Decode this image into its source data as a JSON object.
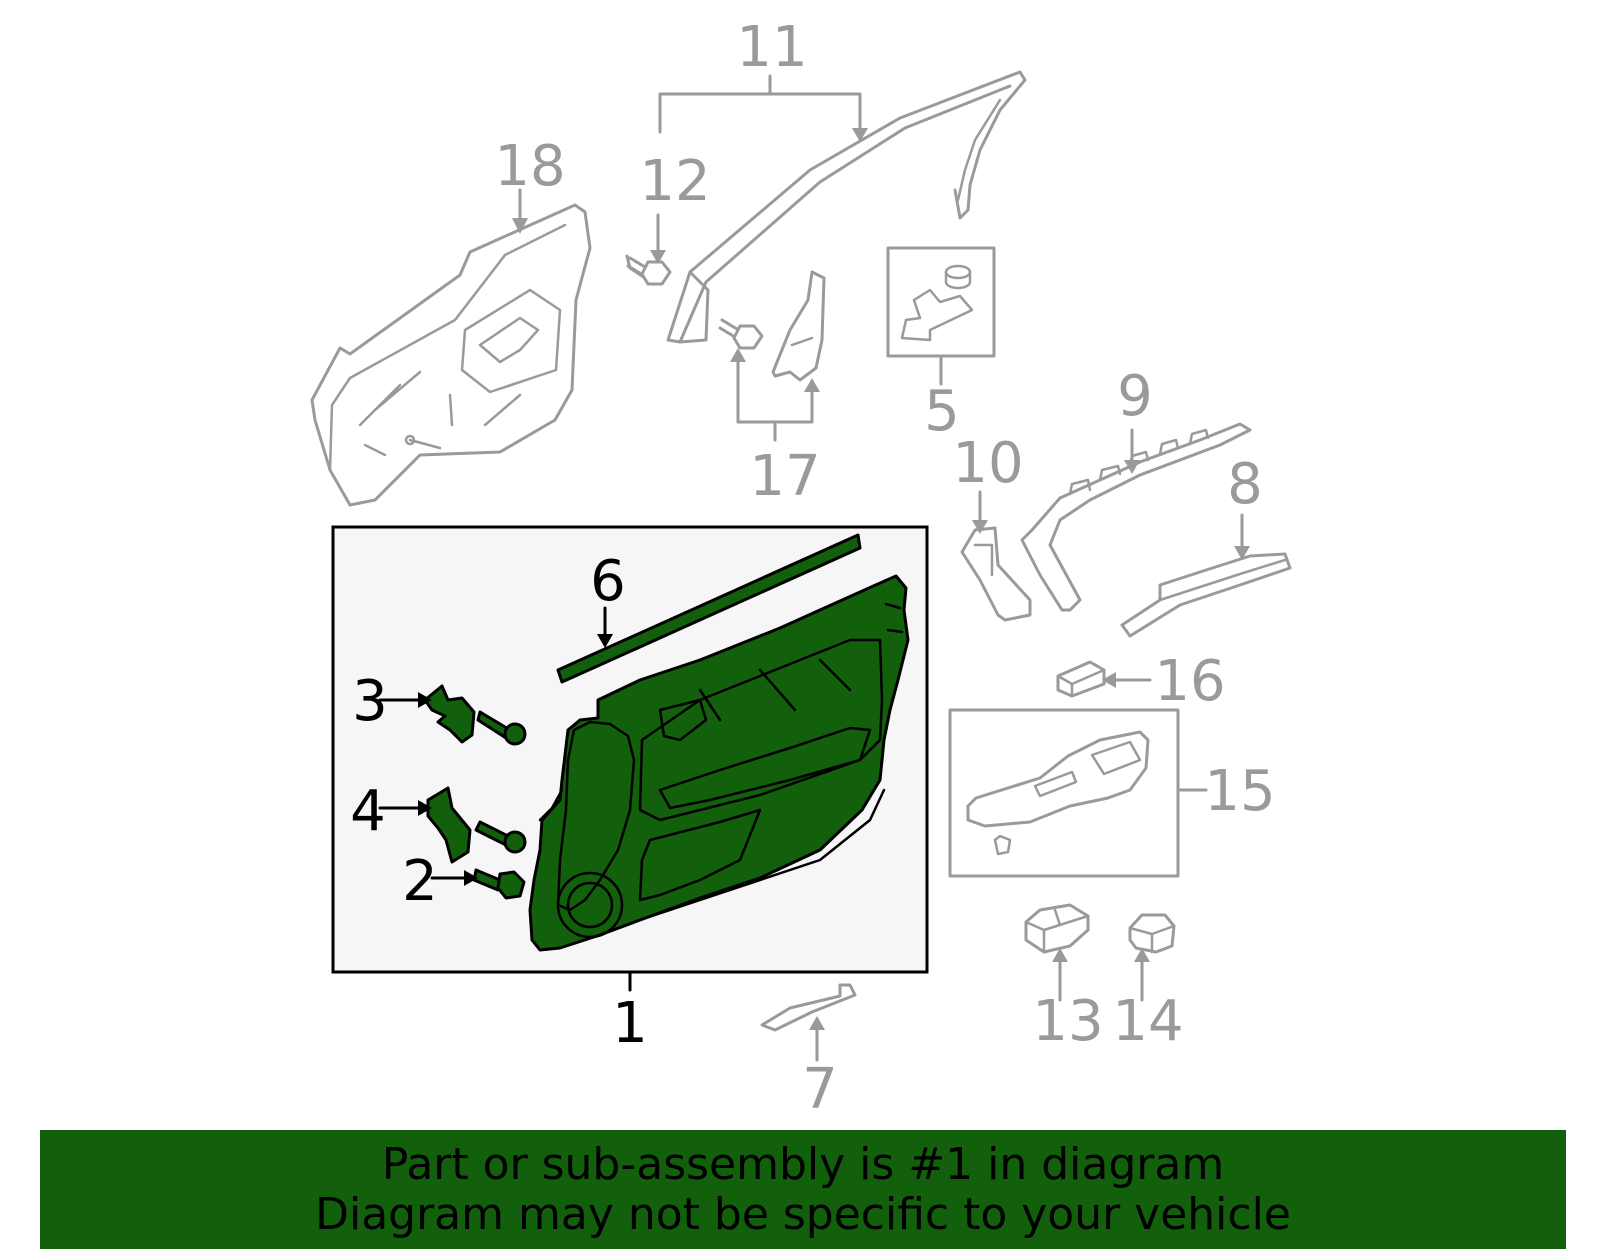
{
  "callouts": {
    "c1": "1",
    "c2": "2",
    "c3": "3",
    "c4": "4",
    "c5": "5",
    "c6": "6",
    "c7": "7",
    "c8": "8",
    "c9": "9",
    "c10": "10",
    "c11": "11",
    "c12": "12",
    "c13": "13",
    "c14": "14",
    "c15": "15",
    "c16": "16",
    "c17": "17",
    "c18": "18"
  },
  "highlighted_part": "1",
  "colors": {
    "highlight": "#12600c",
    "line_gray": "#9a9a9a",
    "box_fill": "#f6f6f6"
  },
  "footer": {
    "line1": "Part or sub-assembly is #1 in diagram",
    "line2": "Diagram may not be specific to your vehicle"
  }
}
